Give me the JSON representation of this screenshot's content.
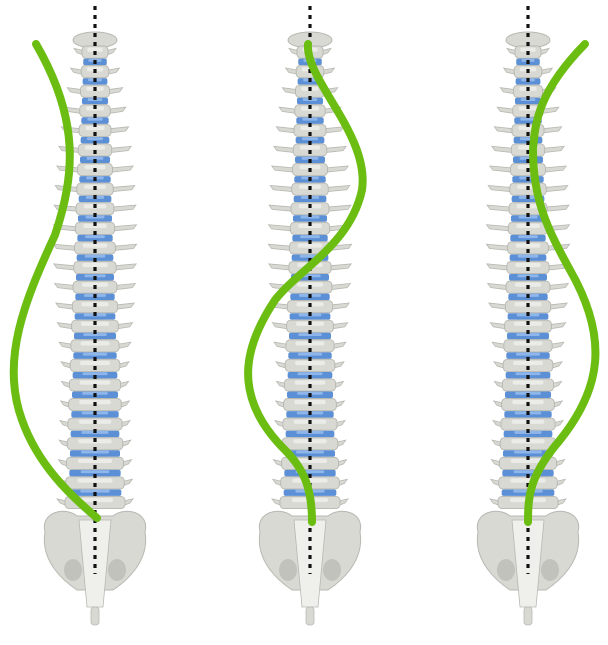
{
  "figure": {
    "colors": {
      "background": "#ffffff",
      "bone": "#d9d9d4",
      "bone_shadow": "#b8b8b2",
      "bone_highlight": "#efefeb",
      "disc": "#5b8fd6",
      "disc_light": "#8fb6ea",
      "curve": "#6cbd12",
      "midline": "#111111"
    },
    "panels": [
      {
        "id": "left",
        "curve_shape": "single-c-curve"
      },
      {
        "id": "middle",
        "curve_shape": "s-curve"
      },
      {
        "id": "right",
        "curve_shape": "reversed-c-curve"
      }
    ],
    "vertebra_count": 24
  }
}
